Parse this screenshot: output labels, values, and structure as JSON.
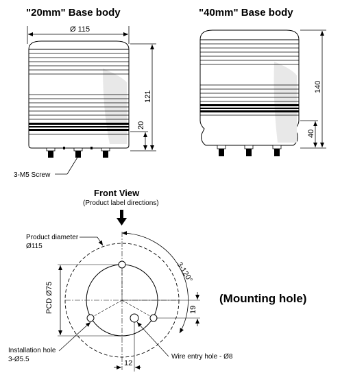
{
  "titles": {
    "left": "\"20mm\" Base body",
    "right": "\"40mm\" Base body"
  },
  "dimensions": {
    "diameter": "Ø 115",
    "height_left": "121",
    "base_left": "20",
    "height_right": "140",
    "base_right": "40",
    "pcd": "PCD Ø75",
    "hole_offset": "19",
    "hole_spacing": "12",
    "angle": "3-120°"
  },
  "labels": {
    "screw": "3-M5 Screw",
    "front_view": "Front View",
    "front_view_note": "(Product label directions)",
    "product_diameter": "Product diameter",
    "product_diameter_value": "Ø115",
    "installation_hole": "Installation hole",
    "installation_hole_value": "3-Ø5.5",
    "wire_entry": "Wire entry hole - Ø8",
    "mounting_hole": "(Mounting hole)"
  }
}
